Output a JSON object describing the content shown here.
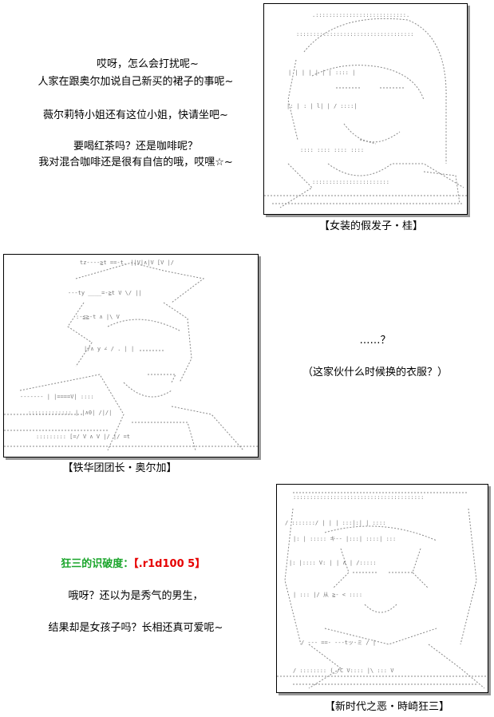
{
  "dialog_1": {
    "line_1": "哎呀，怎么会打扰呢~",
    "line_2": "人家在跟奥尔加说自己新买的裙子的事呢~",
    "line_3": "薇尔莉特小姐还有这位小姐，快请坐吧~",
    "line_4": "要喝红茶吗？还是咖啡呢？",
    "line_5": "我对混合咖啡还是很有自信的哦，哎嘿☆~"
  },
  "caption_1": "【女装的假发子・桂】",
  "dialog_2": {
    "line_1": "……？",
    "line_2": "（这家伙什么时候换的衣服？）"
  },
  "caption_2": "【铁华团团长・奥尔加】",
  "roll": {
    "label": "狂三的识破度：",
    "value": "【.r1d100 5】"
  },
  "dialog_3": {
    "line_1": "哦呀？还以为是秀气的男生，",
    "line_2": "结果却是女孩子吗？长相还真可爱呢~"
  },
  "caption_3": "【新时代之恶・時崎狂三】"
}
